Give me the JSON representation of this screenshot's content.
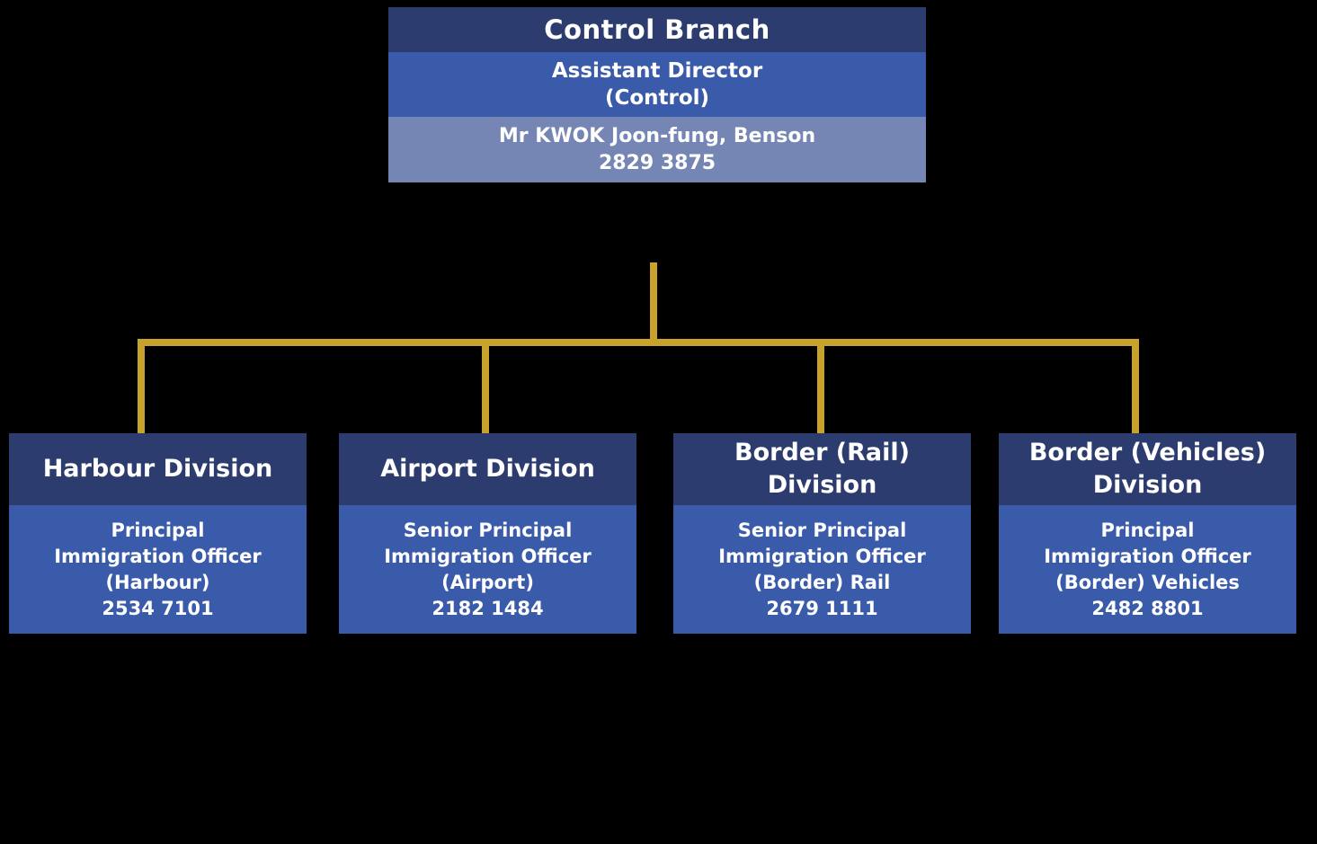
{
  "colors": {
    "background": "#000000",
    "header_bg": "#2d3c6f",
    "body_bg": "#3a5baa",
    "person_bg": "#7586b5",
    "connector": "#c9a22c",
    "text": "#ffffff"
  },
  "root": {
    "title": "Control Branch",
    "role_line1": "Assistant Director",
    "role_line2": "(Control)",
    "person_name": "Mr KWOK Joon-fung, Benson",
    "person_phone": "2829 3875"
  },
  "divisions": [
    {
      "title": "Harbour Division",
      "lines": [
        "Principal",
        "Immigration Officer",
        "(Harbour)",
        "2534 7101"
      ]
    },
    {
      "title": "Airport Division",
      "lines": [
        "Senior Principal",
        "Immigration Officer",
        "(Airport)",
        "2182 1484"
      ]
    },
    {
      "title": "Border (Rail) Division",
      "lines": [
        "Senior Principal",
        "Immigration Officer",
        "(Border) Rail",
        "2679 1111"
      ]
    },
    {
      "title": "Border (Vehicles) Division",
      "lines": [
        "Principal",
        "Immigration Officer",
        "(Border) Vehicles",
        "2482 8801"
      ]
    }
  ]
}
